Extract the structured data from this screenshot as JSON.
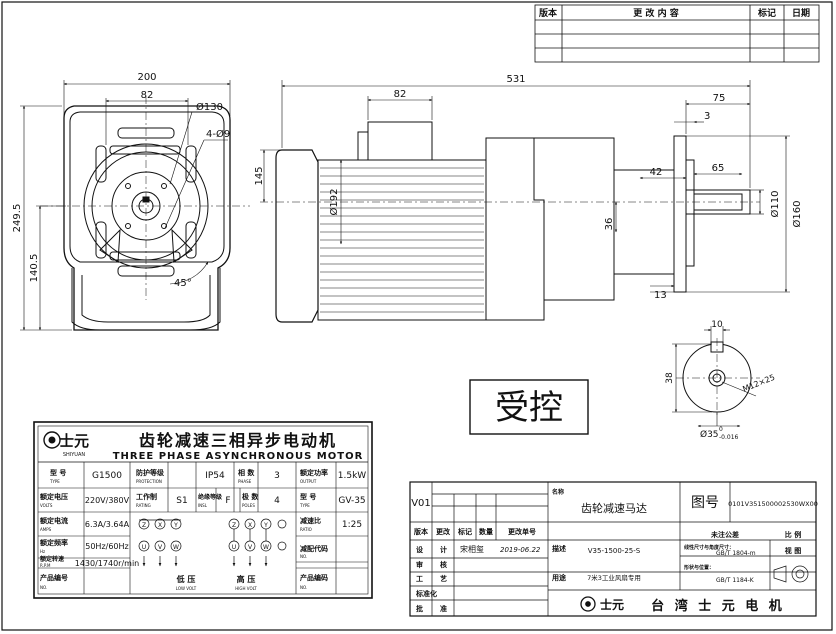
{
  "revision_table": {
    "headers": [
      "版本",
      "更 改 内 容",
      "标记",
      "日期"
    ]
  },
  "front_view": {
    "dims": {
      "width": "200",
      "inner_width": "82",
      "bolt_circle": "Ø130",
      "holes": "4-Ø9",
      "height_total": "249.5",
      "shaft_height": "140.5",
      "angle": "45°"
    }
  },
  "side_view": {
    "dims": {
      "length": "531",
      "terminal_box": "82",
      "top_h": "145",
      "motor_dia": "Ø192",
      "shaft_len": "75",
      "shoulder": "3",
      "key_len": "65",
      "spacing": "42",
      "shaft_dia": "Ø110",
      "flange_dia": "Ø160",
      "key_h": "36",
      "bottom": "13"
    }
  },
  "detail_view": {
    "dims": {
      "key_w": "10",
      "height": "38",
      "thread": "M12×25",
      "shaft": "Ø35",
      "tol_top": "0",
      "tol_bottom": "-0.016"
    }
  },
  "stamp": "受控",
  "nameplate": {
    "brand": "士元",
    "brand_en": "SHIYUAN",
    "title_cn": "齿轮减速三相异步电动机",
    "title_en": "THREE PHASE ASYNCHRONOUS MOTOR",
    "rows": [
      {
        "l1": "型 号",
        "l1e": "TYPE",
        "v1": "G1500",
        "l2": "防护等级",
        "l2e": "PROTECTION",
        "v2": "IP54",
        "l3": "相 数",
        "l3e": "PHASE",
        "v3": "3",
        "l4": "额定功率",
        "l4e": "OUTPUT",
        "v4": "1.5kW"
      },
      {
        "l1": "额定电压",
        "l1e": "VOLTS",
        "v1": "220V/380V",
        "l2": "工作制",
        "l2e": "RATING",
        "v2": "S1",
        "l3": "绝缘等级",
        "l3e": "INSL",
        "v3": "F",
        "l3b": "极 数",
        "l3be": "POLES",
        "v3b": "4",
        "l4": "型 号",
        "l4e": "TYPE",
        "v4": "GV-35"
      },
      {
        "l1": "额定电流",
        "l1e": "AMPS",
        "v1": "6.3A/3.64A",
        "l4": "减速比",
        "l4e": "RATIO",
        "v4": "1:25"
      },
      {
        "l1": "额定频率",
        "l1e": "Hz",
        "v1": "50Hz/60Hz",
        "l4": "减配代码",
        "l4e": "NO."
      },
      {
        "l1": "额定转速",
        "l1e": "R.P.M",
        "v1": "1430/1740r/min"
      },
      {
        "l1": "产品编号",
        "l1e": "NO.",
        "l4": "产品编码",
        "l4e": "NO."
      }
    ],
    "terminals_low": [
      "Z",
      "X",
      "Y",
      "U",
      "V",
      "W"
    ],
    "terminals_high": [
      "Z",
      "X",
      "Y",
      "U",
      "V",
      "W"
    ],
    "low_volt": "低 压",
    "low_volt_en": "LOW VOLT",
    "high_volt": "高 压",
    "high_volt_en": "HIGH VOLT"
  },
  "title_block": {
    "version": "V01",
    "name_label": "名称",
    "name": "齿轮减速马达",
    "drawing_no_label": "图号",
    "drawing_no": "0101V351500002530WX00",
    "hdr_cells": [
      "版本",
      "更改",
      "标记",
      "数量",
      "更改单号"
    ],
    "roles": [
      "设",
      "计",
      "审",
      "核",
      "工",
      "艺",
      "标准化",
      "批",
      "准"
    ],
    "designer": "宋相玺",
    "date": "2019-06.22",
    "desc_label": "描述",
    "desc": "V35-1500-25-S",
    "use_label": "用途",
    "use": "7米3工业风扇专用",
    "tol_label": "未注公差",
    "scale_label": "比 例",
    "tol_line1": "线性尺寸与角度尺寸：",
    "tol_std1": "GB/T 1804-m",
    "view_label": "视 图",
    "tol_line2": "形状与位置：",
    "tol_std2": "GB/T 1184-K",
    "company": "台 湾 士 元 电 机"
  }
}
